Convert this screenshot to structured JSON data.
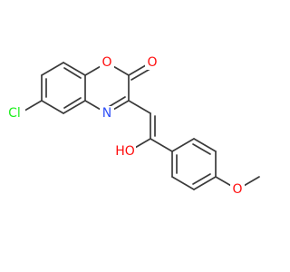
{
  "atoms": {
    "ring_o": {
      "text": "O",
      "color": "#ff0d0d"
    },
    "carbonyl_o": {
      "text": "O",
      "color": "#ff0d0d"
    },
    "ring_n": {
      "text": "N",
      "color": "#3050f8"
    },
    "chlorine": {
      "text": "Cl",
      "color": "#1ff01f"
    },
    "hydroxyl": {
      "text": "HO",
      "color": "#ff0d0d"
    },
    "methoxy_o": {
      "text": "O",
      "color": "#ff0d0d"
    }
  },
  "bond_color": "#3a3a3a"
}
